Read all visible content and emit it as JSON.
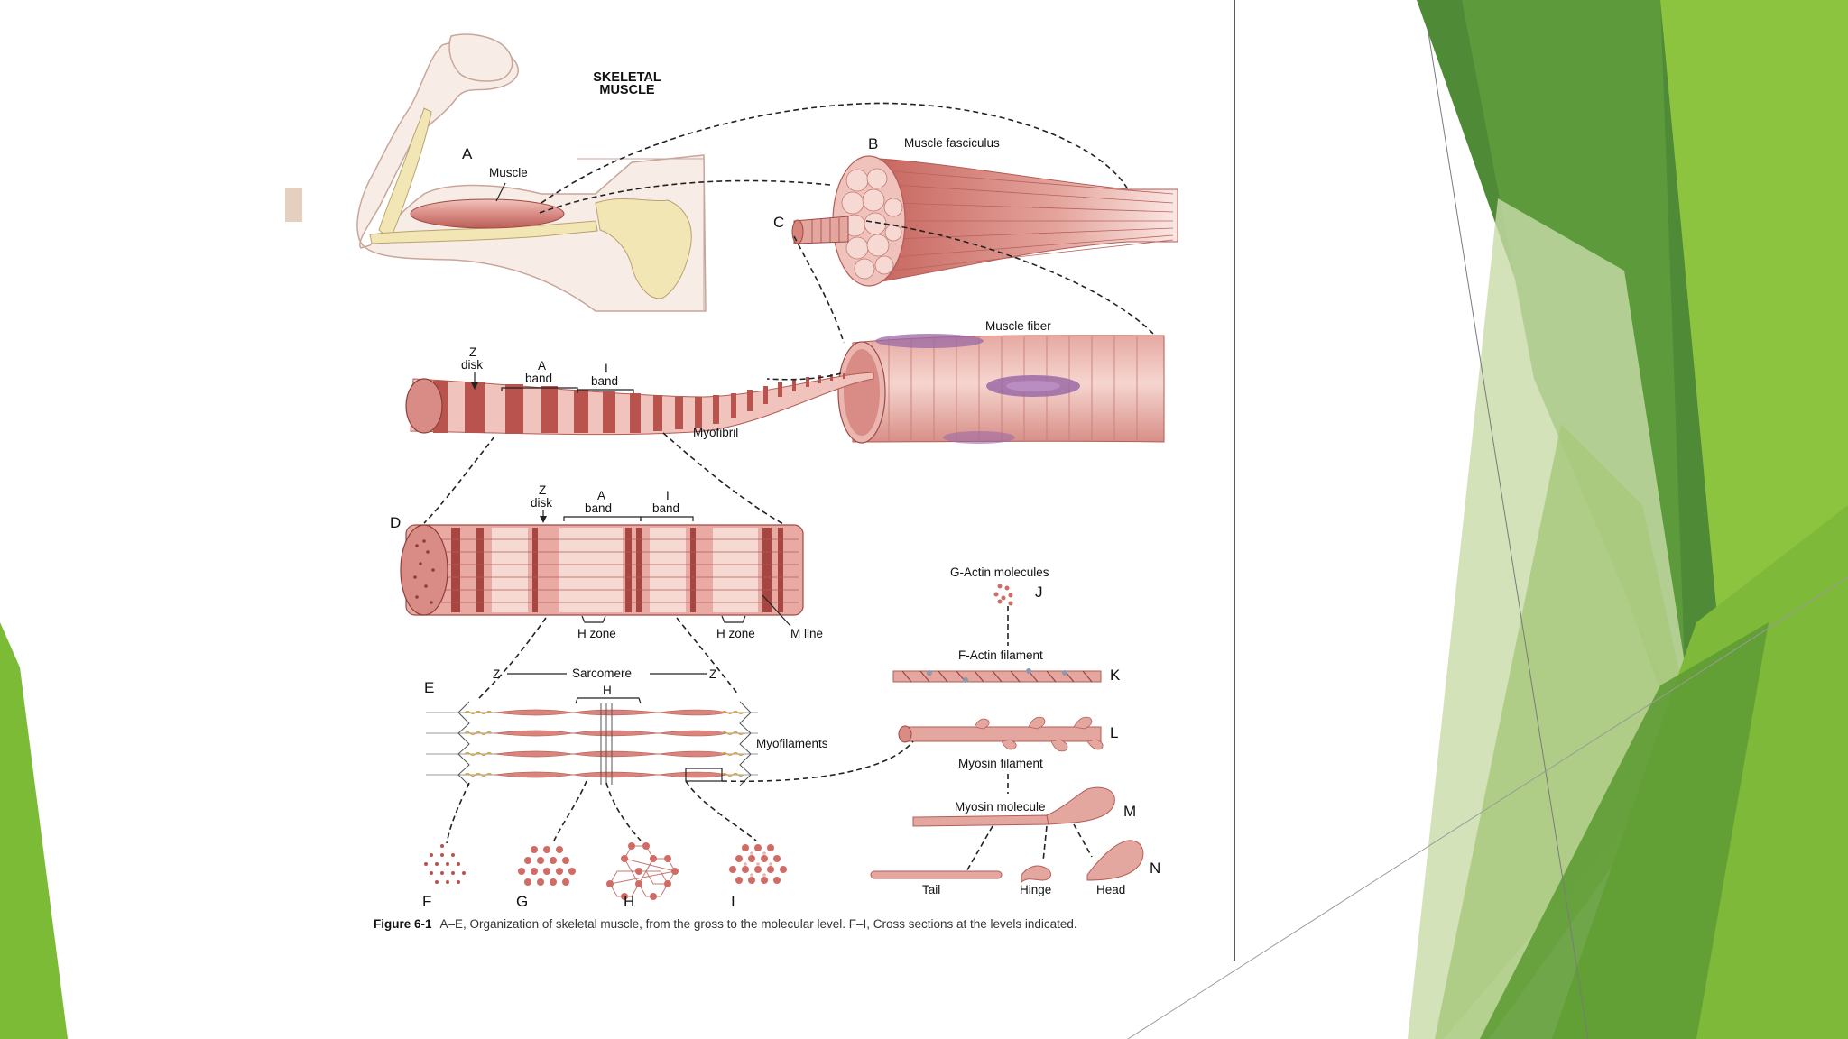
{
  "figure": {
    "title": [
      "SKELETAL",
      "MUSCLE"
    ],
    "caption_label": "Figure 6-1",
    "caption_text": "A–E, Organization of skeletal muscle, from the gross to the molecular level. F–I, Cross sections at the levels indicated.",
    "caption_full": "A–E, Organization of skeletal muscle, from the gross to the molecular level. F–I, Cross sections at the levels indicated.",
    "letters": [
      "A",
      "B",
      "C",
      "D",
      "E",
      "F",
      "G",
      "H",
      "I",
      "J",
      "K",
      "L",
      "M",
      "N"
    ],
    "labels": {
      "muscle": "Muscle",
      "fasciculus": "Muscle fasciculus",
      "fiber": "Muscle fiber",
      "myofibril": "Myofibril",
      "z": "Z",
      "disk": "disk",
      "a": "A",
      "i": "I",
      "band": "band",
      "h_zone": "H zone",
      "m_line": "M line",
      "sarcomere": "Sarcomere",
      "h": "H",
      "myofilaments": "Myofilaments",
      "g_actin": "G-Actin molecules",
      "f_actin": "F-Actin filament",
      "myosin_filament": "Myosin filament",
      "myosin_molecule": "Myosin molecule",
      "tail": "Tail",
      "hinge": "Hinge",
      "head": "Head"
    }
  },
  "colors": {
    "green_dark": "#4e8a34",
    "green_mid": "#6aa83a",
    "green_light": "#8cc43f",
    "green_pale": "#c9dcaa",
    "muscle_pink": "#d98c85",
    "muscle_dark": "#b9534e",
    "bone": "#f3e6b5"
  }
}
